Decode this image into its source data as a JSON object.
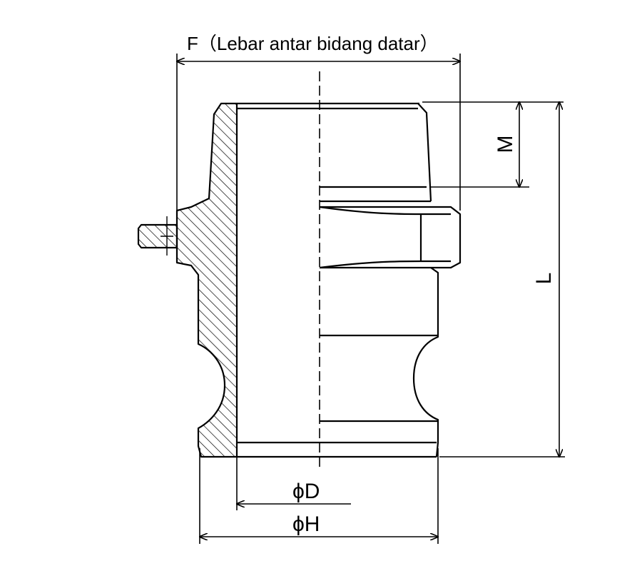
{
  "diagram": {
    "dimension_F": "F（Lebar antar bidang datar）",
    "dimension_M": "M",
    "dimension_L": "L",
    "dimension_D": "ϕD",
    "dimension_H": "ϕH",
    "line_color": "#000000",
    "background": "#ffffff"
  }
}
